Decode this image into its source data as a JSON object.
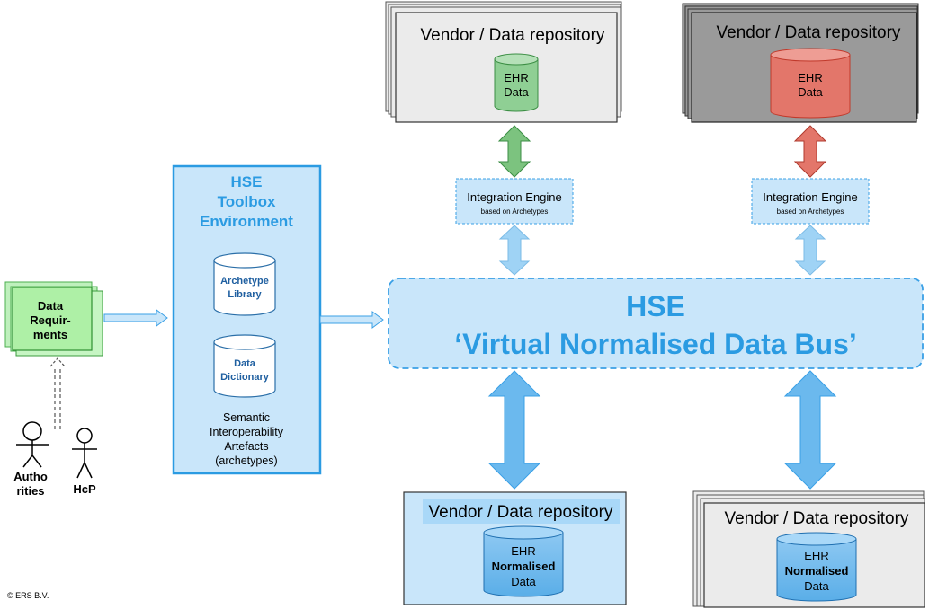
{
  "actors": {
    "authorities": [
      "Autho",
      "rities"
    ],
    "hcp": "HcP"
  },
  "data_requirements": [
    "Data",
    "Requir-",
    "ments"
  ],
  "toolbox": {
    "title": [
      "HSE",
      "Toolbox",
      "Environment"
    ],
    "db1": [
      "Archetype",
      "Library"
    ],
    "db2": [
      "Data",
      "Dictionary"
    ],
    "caption": [
      "Semantic",
      "Interoperability",
      "Artefacts",
      "(archetypes)"
    ]
  },
  "bus": {
    "title": "HSE",
    "subtitle": "‘Virtual Normalised Data Bus’"
  },
  "integration_engine": {
    "label": "Integration Engine",
    "sublabel": "based on Archetypes"
  },
  "vendors": {
    "label": "Vendor / Data repository",
    "ehr_data": [
      "EHR",
      "Data"
    ],
    "ehr_normalised": [
      "EHR",
      "Normalised",
      "Data"
    ]
  },
  "colors": {
    "blue": "#3aa0e6",
    "light_blue": "#c9e6fa",
    "green": "#6fb47a",
    "red": "#e06a5d",
    "gray": "#9a9a9a",
    "light_gray": "#ebebeb"
  },
  "copyright": "© ERS B.V."
}
